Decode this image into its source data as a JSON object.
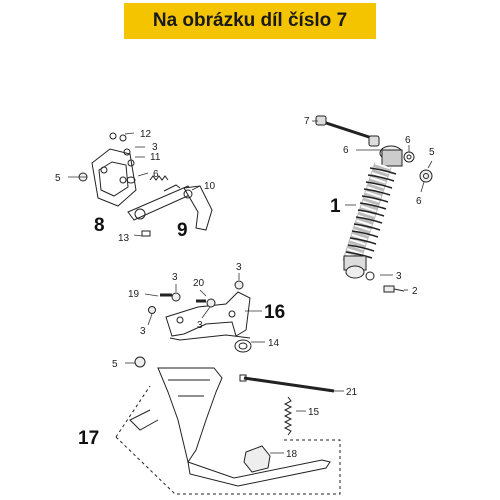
{
  "banner": {
    "text": "Na obrázku díl číslo 7",
    "color": "#f5c400"
  },
  "labels": {
    "l1": "1",
    "l2": "2",
    "l3a": "3",
    "l3b": "3",
    "l3c": "3",
    "l3d": "3",
    "l3e": "3",
    "l3f": "3",
    "l5a": "5",
    "l5b": "5",
    "l5c": "5",
    "l6a": "6",
    "l6b": "6",
    "l6c": "6",
    "l6d": "6",
    "l7": "7",
    "l8": "8",
    "l9": "9",
    "l10": "10",
    "l11": "11",
    "l12": "12",
    "l13": "13",
    "l14": "14",
    "l15": "15",
    "l16": "16",
    "l17": "17",
    "l18": "18",
    "l19": "19",
    "l20": "20",
    "l21": "21"
  }
}
